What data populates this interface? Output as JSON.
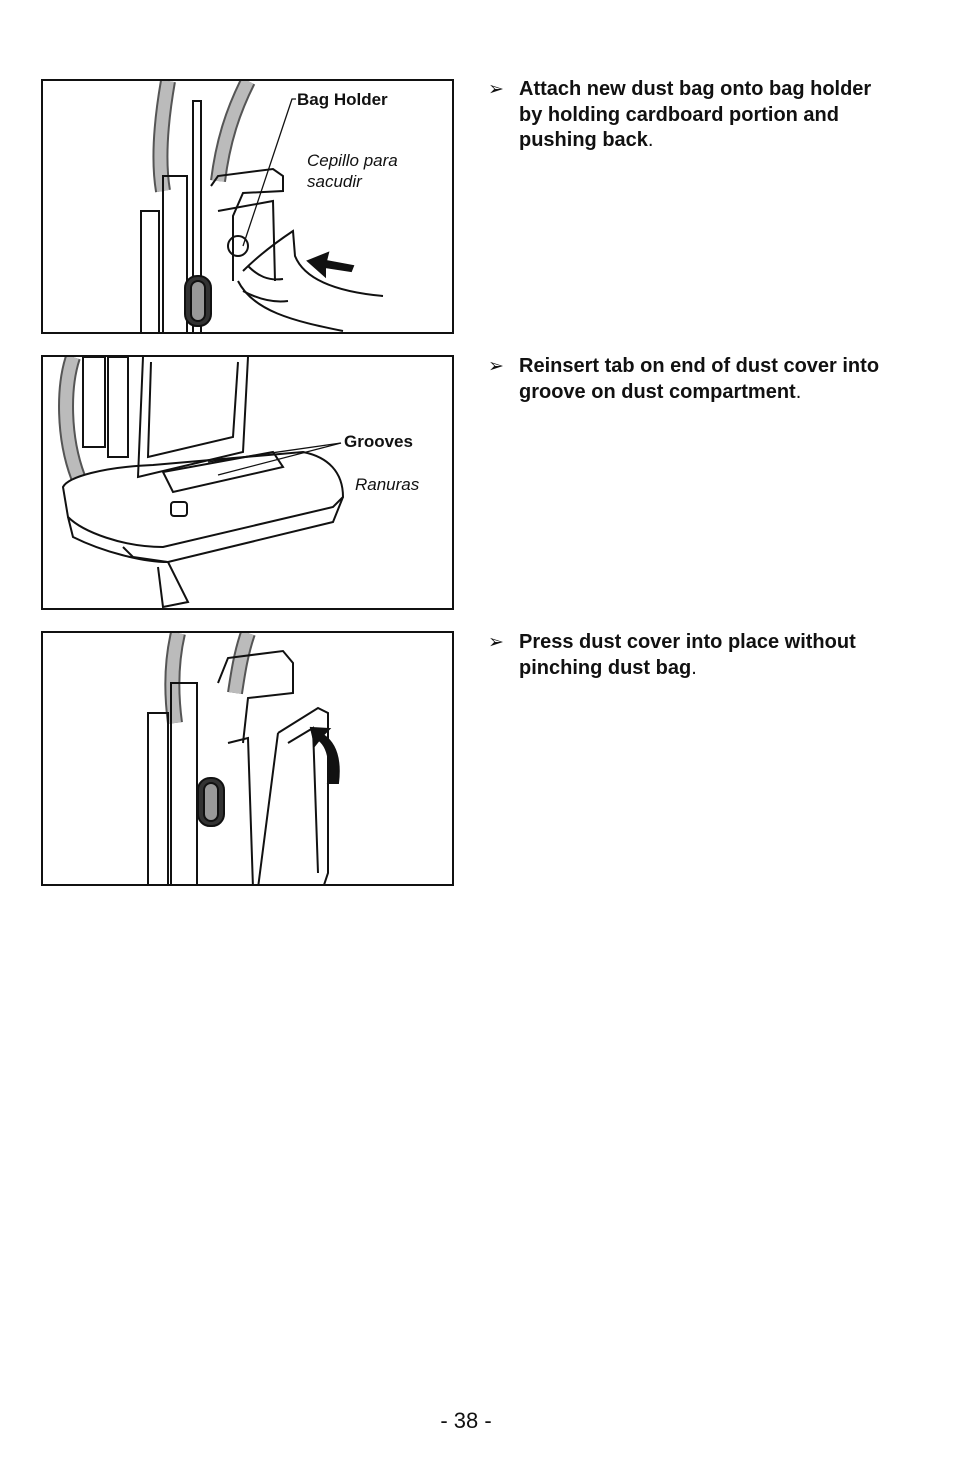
{
  "panels": [
    {
      "labels": {
        "primary": "Bag Holder",
        "secondary_line1": "Cepillo para",
        "secondary_line2": "sacudir"
      },
      "instruction": "Attach new dust bag onto bag holder by holding cardboard portion and pushing back",
      "punct": "."
    },
    {
      "labels": {
        "primary": "Grooves",
        "secondary": "Ranuras"
      },
      "instruction": "Reinsert tab on end of dust cover into groove on dust compartment",
      "punct": "."
    },
    {
      "labels": {},
      "instruction": "Press dust cover into place without pinching dust bag",
      "punct": "."
    }
  ],
  "bullet_glyph": "➢",
  "page_number": "- 38 -"
}
